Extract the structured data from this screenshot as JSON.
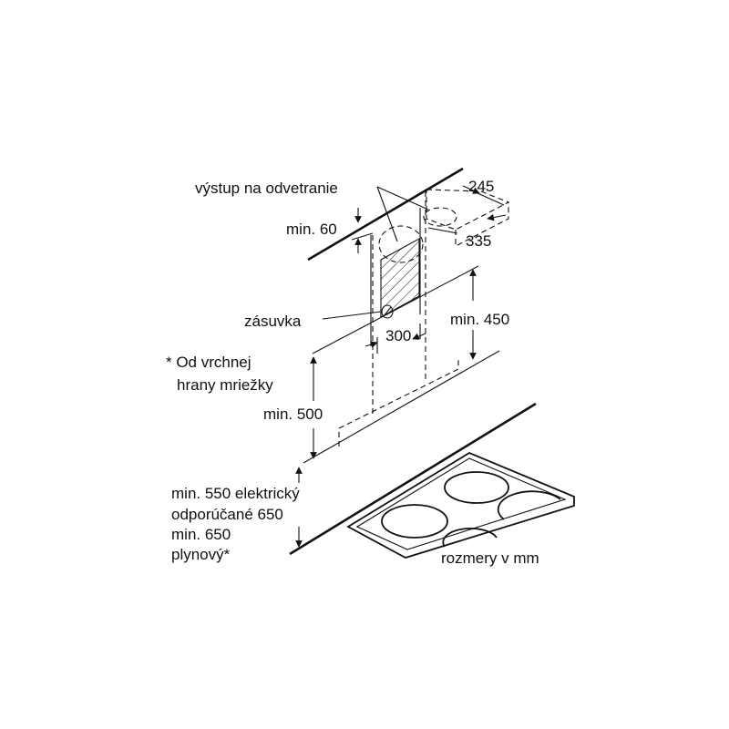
{
  "labels": {
    "vent_outlet": "výstup na odvetranie",
    "min60": "min. 60",
    "d245": "245",
    "d335": "335",
    "socket": "zásuvka",
    "d300": "300",
    "min450": "min. 450",
    "note_line1": "* Od vrchnej",
    "note_line2": "hrany mriežky",
    "min500": "min. 500",
    "bottom_line1": "min. 550 elektrický",
    "bottom_line2": "odporúčané 650",
    "bottom_line3": "min. 650",
    "bottom_line4": "plynový*",
    "units": "rozmery v mm"
  }
}
